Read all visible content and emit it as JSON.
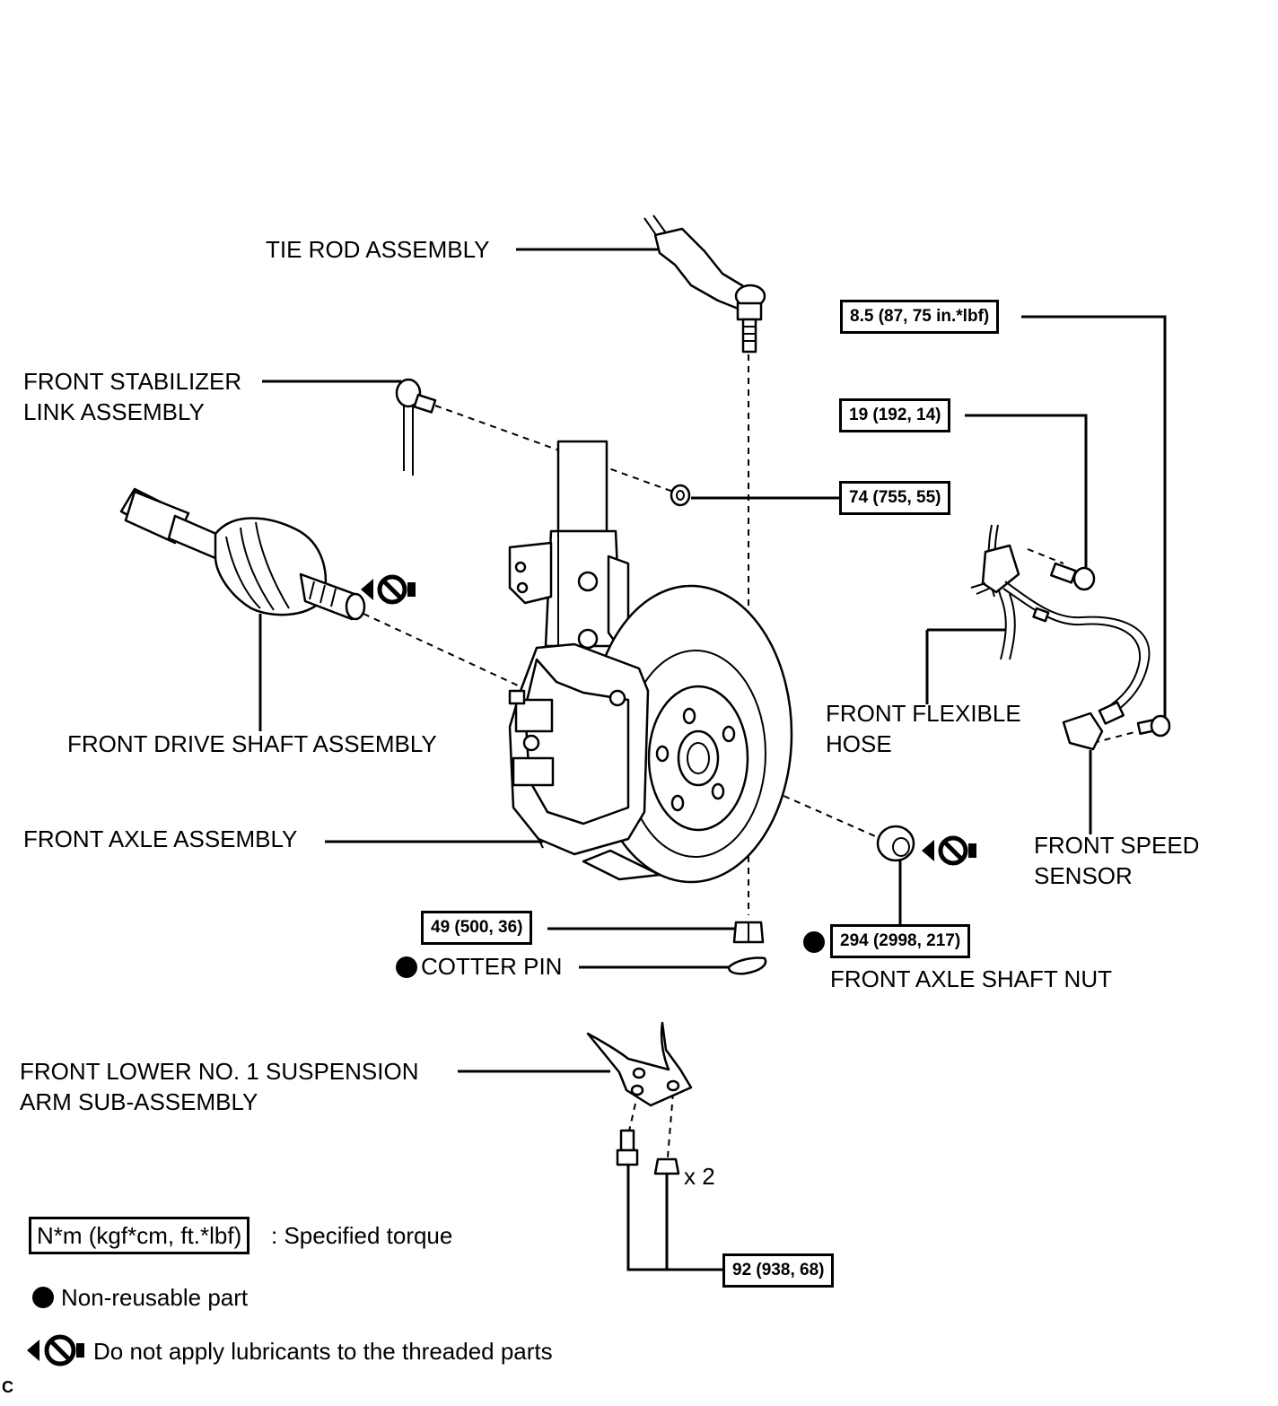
{
  "labels": {
    "tie_rod": "TIE ROD ASSEMBLY",
    "stabilizer_link_1": "FRONT STABILIZER",
    "stabilizer_link_2": "LINK ASSEMBLY",
    "drive_shaft": "FRONT DRIVE SHAFT ASSEMBLY",
    "axle_assembly": "FRONT AXLE ASSEMBLY",
    "flexible_hose_1": "FRONT FLEXIBLE",
    "flexible_hose_2": "HOSE",
    "speed_sensor_1": "FRONT SPEED",
    "speed_sensor_2": "SENSOR",
    "cotter_pin": "COTTER PIN",
    "axle_shaft_nut": "FRONT AXLE SHAFT NUT",
    "suspension_arm_1": "FRONT LOWER NO. 1 SUSPENSION",
    "suspension_arm_2": "ARM SUB-ASSEMBLY",
    "times_two": "x 2"
  },
  "torques": {
    "speed_sensor_bolt": "8.5 (87, 75 in.*lbf)",
    "hose_bracket_bolt": "19 (192, 14)",
    "stabilizer_nut": "74 (755, 55)",
    "tie_rod_nut": "49 (500, 36)",
    "axle_shaft_nut": "294 (2998, 217)",
    "suspension_arm_bolts": "92 (938, 68)"
  },
  "legend": {
    "torque_unit": "N*m (kgf*cm, ft.*lbf)",
    "torque_text": ": Specified torque",
    "non_reusable": "Non-reusable part",
    "no_lubricant": "Do not apply lubricants to the threaded parts"
  },
  "corner_mark": "C"
}
